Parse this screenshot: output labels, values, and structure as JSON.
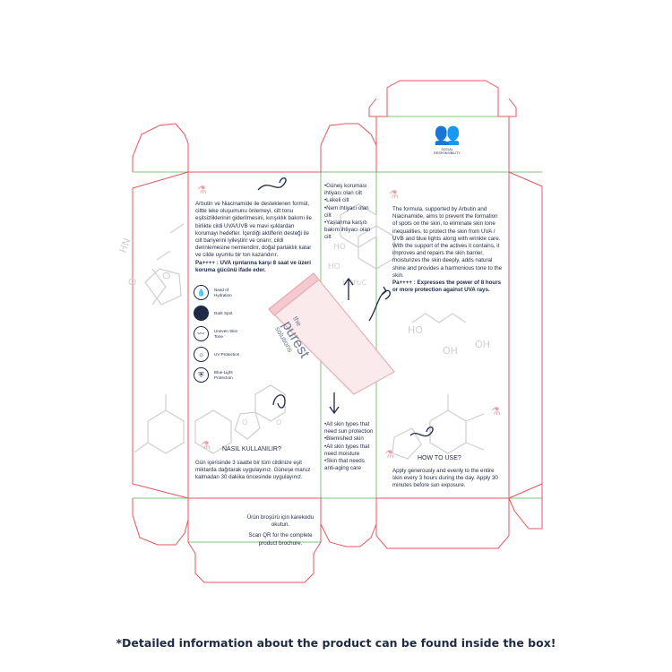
{
  "colors": {
    "cut_line": "#e0585f",
    "fold_line": "#7cc47a",
    "text": "#1f2a44",
    "accent_pink": "#e6a3ab",
    "watermark": "#cfcfcf"
  },
  "brand": {
    "line1": "the",
    "line2": "purest",
    "line3": "solutions"
  },
  "social_badge": {
    "icon": "people-network-icon",
    "label_line1": "SOCIAL",
    "label_line2": "RESPONSIBILITY"
  },
  "panel_tr": {
    "body": "Arbutin ve Niacinamide ile desteklenen formül, ciltte leke oluşumunu önlemeyi, cilt tonu eşitsizliklerinin giderilmesini, kırışıklık bakımı ile birlikte cildi UVA/UVB ve mavi ışıklardan korumayı hedefler. İçerdiği aktiflerin desteği ile cilt bariyerini iyileştirir ve onarır, cildi derinlemesine nemlendirir, doğal parlaklık katar ve cilde uyumlu bir ton kazandırır.",
    "pa": "Pa++++ : UVA ışınlarına karşı 8 saat ve üzeri koruma gücünü ifade eder."
  },
  "features": [
    {
      "icon": "drop-icon",
      "label": "Need of Hydration"
    },
    {
      "icon": "dark-spot-icon",
      "label": "Dark Spot"
    },
    {
      "icon": "wave-icon",
      "label": "Uneven Skin Tone"
    },
    {
      "icon": "sun-icon",
      "label": "UV Protection"
    },
    {
      "icon": "shield-icon",
      "label": "Blue-Light Protection"
    }
  ],
  "usage_tr": {
    "heading": "NASIL KULLANILIR?",
    "body": "Gün içerisinde 3 saatte bir tüm cildinize eşit miktarda dağıtarak uygulayınız. Güneşe maruz kalmadan 30 dakika öncesinde uygulayınız."
  },
  "suitable_tr": [
    "•Güneş koruması ihtiyacı olan cilt",
    "•Lekeli cilt",
    "•Nem ihtiyacı olan cilt",
    "•Yaşlanma karşıtı bakım ihtiyacı olan cilt"
  ],
  "suitable_en": [
    "•All skin types that need sun protection",
    "•Blemished skin",
    "•All skin types that need moisture",
    "•Skin that needs anti-aging care"
  ],
  "panel_en": {
    "body": "The formula, supported by Arbutin and Niacinamide, aims to prevent the formation of spots on the skin, to eliminate skin tone inequalities, to protect the skin from UVA / UVB and blue lights along with wrinkle care. With the support of the actives it contains, it improves and repairs the skin barrier, moisturizes the skin deeply, adds natural shine and provides a harmonious tone to the skin.",
    "pa": "Pa++++ : Expresses the power of 8 hours or more protection against UVA rays."
  },
  "usage_en": {
    "heading": "HOW TO USE?",
    "body": "Apply generously and evenly to the entire skin every 3 hours during the day. Apply 30 minutes before sun exposure."
  },
  "qr_note": {
    "tr": "Ürün broşürü için karekodu okutun.",
    "en": "Scan QR for the complete product brochure."
  },
  "footer": "*Detailed information about the product can be found inside the box!"
}
